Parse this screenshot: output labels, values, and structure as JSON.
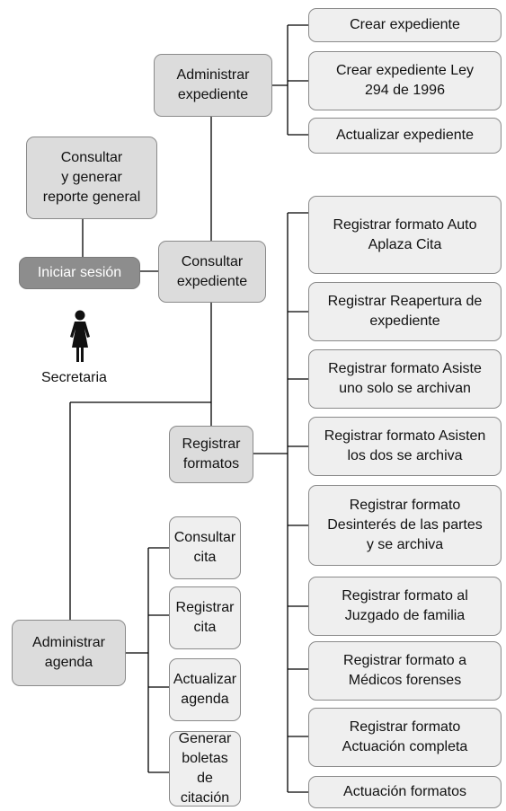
{
  "diagram": {
    "actor": {
      "icon": "person-icon",
      "label": "Secretaria"
    },
    "nodes": {
      "iniciar_sesion": "Iniciar sesión",
      "consultar_reporte": "Consultar\ny generar\nreporte general",
      "consultar_expediente": "Consultar\nexpediente",
      "administrar_expediente": "Administrar\nexpediente",
      "crear_expediente": "Crear expediente",
      "crear_expediente_ley": "Crear expediente Ley\n294 de 1996",
      "actualizar_expediente": "Actualizar expediente",
      "registrar_formatos": "Registrar\nformatos",
      "administrar_agenda": "Administrar\nagenda",
      "consultar_cita": "Consultar\ncita",
      "registrar_cita": "Registrar\ncita",
      "actualizar_agenda": "Actualizar\nagenda",
      "generar_boletas": "Generar\nboletas de\ncitación"
    },
    "formatos": [
      "Registrar formato Auto\nAplaza Cita",
      "Registrar Reapertura de\nexpediente",
      "Registrar formato Asiste\nuno solo se archivan",
      "Registrar formato Asisten\nlos dos se archiva",
      "Registrar formato\nDesinterés de las partes\ny se archiva",
      "Registrar formato al\nJuzgado de familia",
      "Registrar formato a\nMédicos forenses",
      "Registrar formato\nActuación completa",
      "Actuación formatos"
    ]
  }
}
